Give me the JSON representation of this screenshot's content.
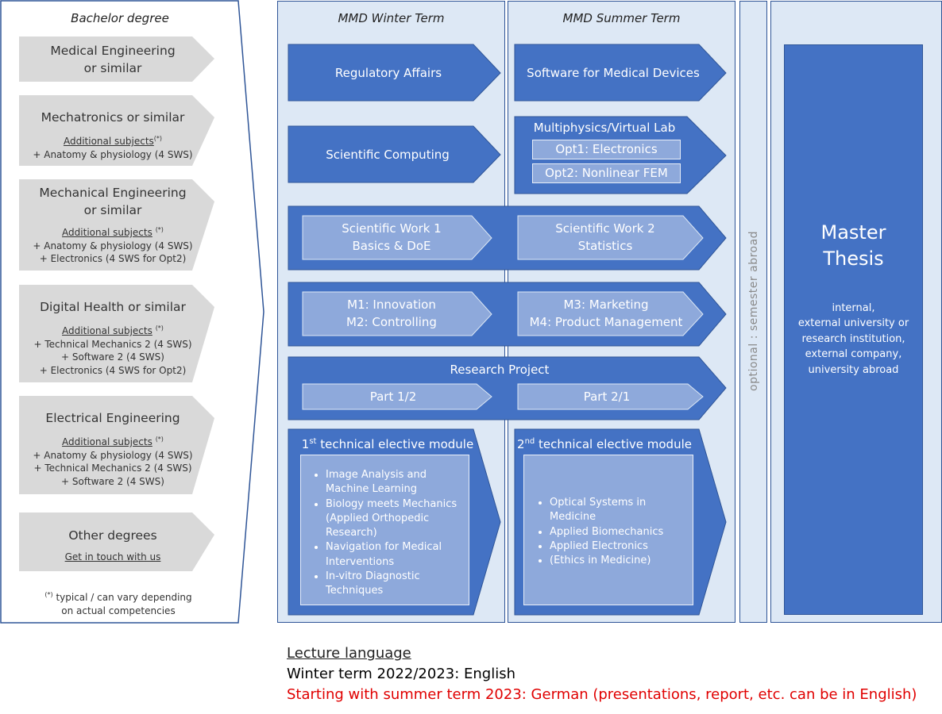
{
  "bachelor": {
    "title": "Bachelor degree",
    "degrees": [
      {
        "name_lines": [
          "Medical Engineering",
          "or similar"
        ]
      },
      {
        "name_lines": [
          "Mechatronics or similar"
        ],
        "additional_label": "Additional subjects",
        "additional_mark": "(*)",
        "subjects": [
          "+ Anatomy & physiology (4 SWS)"
        ]
      },
      {
        "name_lines": [
          "Mechanical Engineering",
          "or similar"
        ],
        "additional_label": "Additional subjects",
        "additional_mark": "(*)",
        "subjects": [
          "+ Anatomy & physiology (4 SWS)",
          "+ Electronics (4 SWS for Opt2)"
        ]
      },
      {
        "name_lines": [
          "Digital Health or similar"
        ],
        "additional_label": "Additional subjects",
        "additional_mark": "(*)",
        "subjects": [
          "+ Technical Mechanics 2 (4 SWS)",
          "+ Software 2 (4 SWS)",
          "+ Electronics (4 SWS for Opt2)"
        ]
      },
      {
        "name_lines": [
          "Electrical Engineering"
        ],
        "additional_label": "Additional subjects",
        "additional_mark": "(*)",
        "subjects": [
          "+ Anatomy & physiology (4 SWS)",
          "+ Technical Mechanics 2 (4 SWS)",
          "+ Software 2 (4 SWS)"
        ]
      },
      {
        "name_lines": [
          "Other degrees"
        ],
        "link": "Get in touch with us"
      }
    ],
    "footnote_mark": "(*)",
    "footnote_lines": [
      "typical / can vary depending",
      "on actual competencies"
    ]
  },
  "winter": {
    "title": "MMD Winter Term",
    "regulatory": "Regulatory Affairs",
    "scientific_computing": "Scientific Computing",
    "sci_work_1": [
      "Scientific Work 1",
      "Basics & DoE"
    ],
    "mgmt_1": [
      "M1: Innovation",
      "M2: Controlling"
    ],
    "part_1": "Part 1/2",
    "elective_sup": "st",
    "elective_num": "1",
    "elective_title": "technical elective module",
    "elective_items": [
      "Image Analysis and Machine Learning",
      "Biology meets Mechanics (Applied Orthopedic Research)",
      "Navigation for Medical Interventions",
      "In-vitro Diagnostic Techniques"
    ]
  },
  "summer": {
    "title": "MMD Summer Term",
    "software": "Software for Medical Devices",
    "multiphysics": "Multiphysics/Virtual Lab",
    "opt1": "Opt1:  Electronics",
    "opt2": "Opt2:  Nonlinear FEM",
    "sci_work_2": [
      "Scientific Work 2",
      "Statistics"
    ],
    "mgmt_2": [
      "M3: Marketing",
      "M4: Product Management"
    ],
    "part_2": "Part 2/1",
    "elective_sup": "nd",
    "elective_num": "2",
    "elective_title": "technical elective module",
    "elective_items": [
      "Optical Systems in Medicine",
      "Applied Biomechanics",
      "Applied Electronics",
      "(Ethics in Medicine)"
    ]
  },
  "research_project": "Research Project",
  "abroad": "optional : semester abroad",
  "thesis": {
    "title_lines": [
      "Master",
      "Thesis"
    ],
    "text_lines": [
      "internal,",
      "external university or",
      "research institution,",
      "external company,",
      "university abroad"
    ]
  },
  "language": {
    "heading": "Lecture language",
    "line1": "Winter term 2022/2023: English",
    "line2": "Starting with summer term 2023: German (presentations, report, etc. can be in English)",
    "highlight_color": "#e00000"
  },
  "colors": {
    "gray_box": "#d9d9d9",
    "panel": "#dde8f5",
    "dark_blue": "#4472c4",
    "light_blue": "#8ea9db"
  }
}
